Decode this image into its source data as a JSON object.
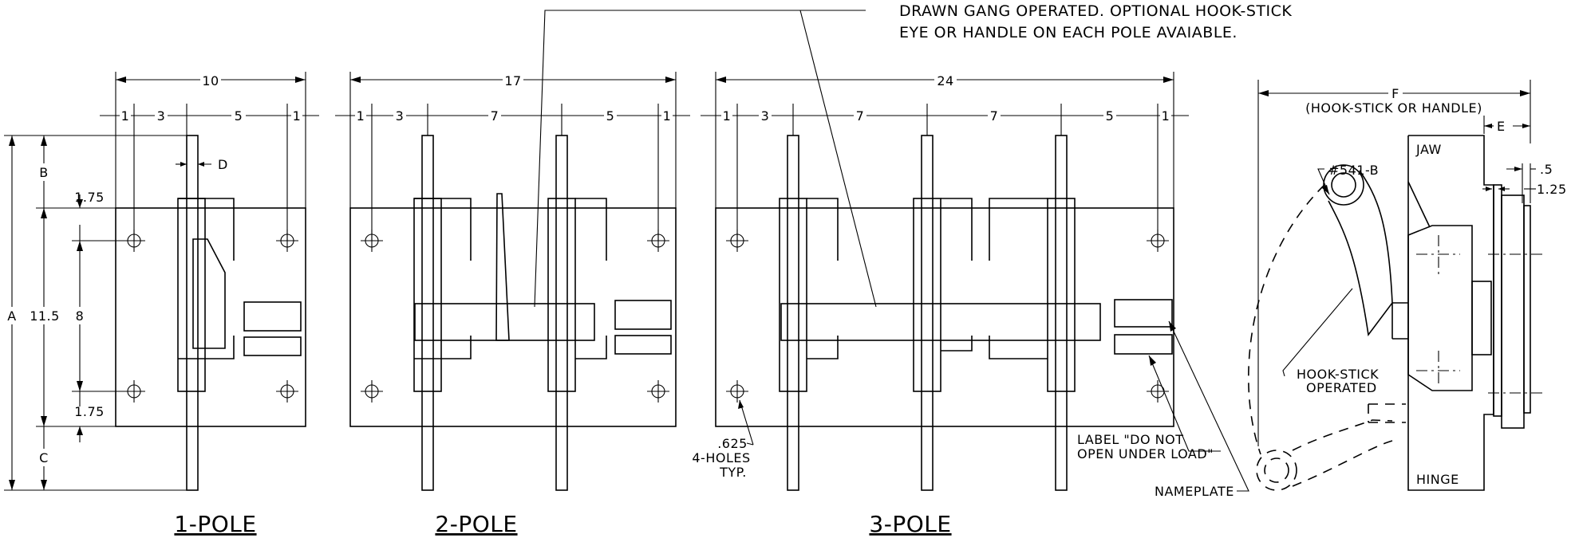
{
  "note": {
    "line1": "DRAWN GANG OPERATED. OPTIONAL HOOK-STICK",
    "line2": "EYE OR HANDLE ON EACH POLE AVAIABLE."
  },
  "titles": {
    "pole1": "1-POLE",
    "pole2": "2-POLE",
    "pole3": "3-POLE"
  },
  "dims": {
    "p1_total": "10",
    "p2_total": "17",
    "p3_total": "24",
    "one": "1",
    "three": "3",
    "five": "5",
    "seven": "7",
    "d": "D",
    "a": "A",
    "b": "B",
    "c": "C",
    "h_11_5": "11.5",
    "h_8": "8",
    "h_1_75": "1.75",
    "f": "F",
    "e": "E",
    "dot5": ".5",
    "d125": "1.25"
  },
  "labels": {
    "hook_or_handle": "(HOOK-STICK OR HANDLE)",
    "jaw": "JAW",
    "hinge": "HINGE",
    "part_no": "#541-B",
    "hook_op_1": "HOOK-STICK",
    "hook_op_2": "OPERATED",
    "holes_1": ".625",
    "holes_2": "4-HOLES",
    "holes_3": "TYP.",
    "label_1": "LABEL \"DO NOT",
    "label_2": "OPEN UNDER LOAD\"",
    "nameplate": "NAMEPLATE"
  }
}
